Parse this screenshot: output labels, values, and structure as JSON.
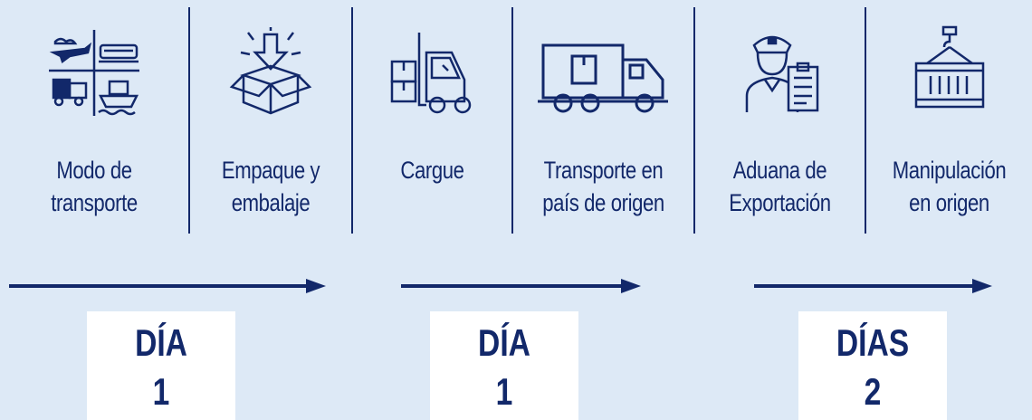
{
  "steps": [
    {
      "label": "Modo de\ntransporte",
      "icon": "transport-modes-icon"
    },
    {
      "label": "Empaque y\nembalaje",
      "icon": "packaging-box-icon"
    },
    {
      "label": "Cargue",
      "icon": "forklift-icon"
    },
    {
      "label": "Transporte en\npaís de origen",
      "icon": "truck-icon"
    },
    {
      "label": "Aduana de\nExportación",
      "icon": "customs-officer-icon"
    },
    {
      "label": "Manipulación\nen origen",
      "icon": "container-crane-icon"
    }
  ],
  "durations": [
    {
      "word": "DÍA",
      "number": "1"
    },
    {
      "word": "DÍA",
      "number": "1"
    },
    {
      "word": "DÍAS",
      "number": "2"
    }
  ],
  "colors": {
    "background": "#dde9f6",
    "primary": "#12286a",
    "box": "#ffffff"
  }
}
